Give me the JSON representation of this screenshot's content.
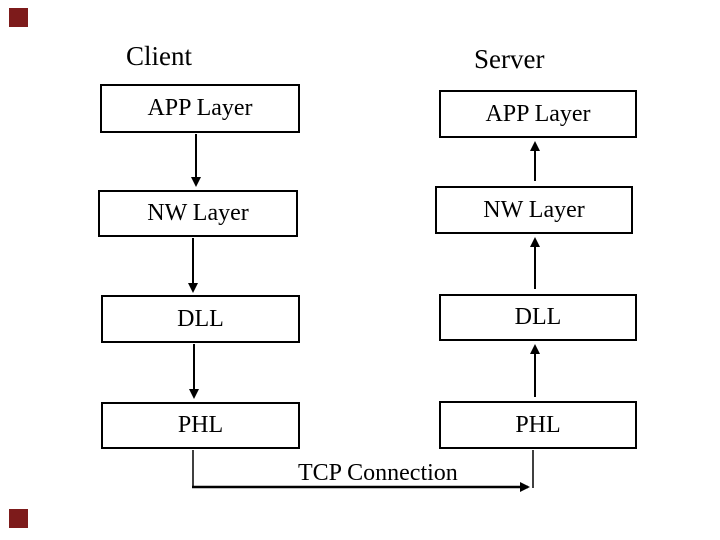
{
  "slide": {
    "background": "#ffffff",
    "text_color": "#000000",
    "line_color": "#000000",
    "accent_square_color": "#7d1b1b",
    "client_title": "Client",
    "server_title": "Server",
    "client_layers": [
      "APP Layer",
      "NW Layer",
      "DLL",
      "PHL"
    ],
    "server_layers": [
      "APP Layer",
      "NW Layer",
      "DLL",
      "PHL"
    ],
    "connection_label": "TCP Connection",
    "client_flow_direction": "down",
    "server_flow_direction": "up"
  }
}
